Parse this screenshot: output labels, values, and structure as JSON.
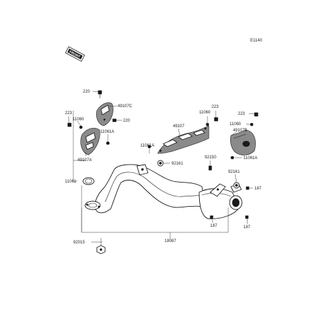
{
  "diagram": {
    "code": "E1140",
    "front_stamp": "FRONT",
    "labels": {
      "p220a": "220",
      "p49107c": "49107C",
      "p220b": "220",
      "p223a": "223",
      "p11060a": "11060",
      "p11061a_left": "11061A",
      "p49107a": "49107A",
      "p49107": "49107",
      "p11061a_mid": "11061A",
      "p92161a": "92161",
      "p11060b": "11060",
      "p223b": "223",
      "p223c": "223",
      "p49107b": "49107B",
      "p11060c": "11060",
      "p11061a_right": "11061A",
      "p92150": "92150",
      "p92161b": "92161",
      "p11061": "11061",
      "p187a": "187",
      "p187b": "187",
      "p187c": "187",
      "p92015": "92015",
      "p18087": "18087"
    }
  }
}
